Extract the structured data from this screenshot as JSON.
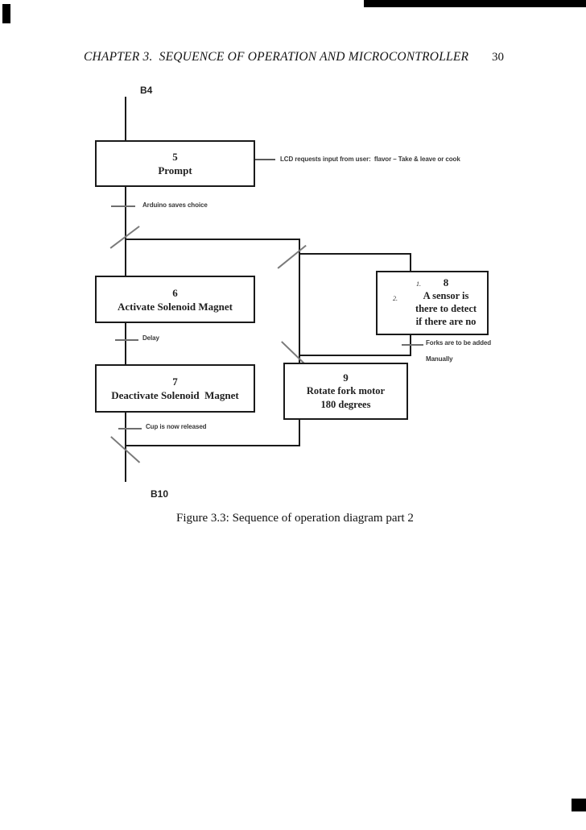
{
  "colors": {
    "ink": "#1a1a1a",
    "annotation_text": "#383838",
    "page_bg": "#ffffff"
  },
  "header": {
    "title": "CHAPTER 3.  SEQUENCE OF OPERATION AND MICROCONTROLLER",
    "page_number": "30"
  },
  "diagram": {
    "entry_label": "B4",
    "exit_label": "B10",
    "boxes": {
      "b5": {
        "number": "5",
        "line1": "Prompt"
      },
      "b6": {
        "number": "6",
        "line1": "Activate Solenoid Magnet"
      },
      "b7": {
        "number": "7",
        "line1": "Deactivate Solenoid  Magnet"
      },
      "b8": {
        "prefix1": "1.",
        "number": "8",
        "prefix2": "2.",
        "line1": "A sensor is",
        "line2": "there to detect",
        "line3": "if there are no"
      },
      "b9": {
        "number": "9",
        "line1": "Rotate fork motor",
        "line2": "180 degrees"
      }
    },
    "annotations": {
      "lcd": "LCD requests input from user:  flavor – Take & leave or cook",
      "arduino": "Arduino saves choice",
      "delay": "Delay",
      "cup": "Cup is now released",
      "forks": "Forks are to be added",
      "manually": "Manually"
    }
  },
  "caption": "Figure 3.3: Sequence of operation diagram part 2"
}
